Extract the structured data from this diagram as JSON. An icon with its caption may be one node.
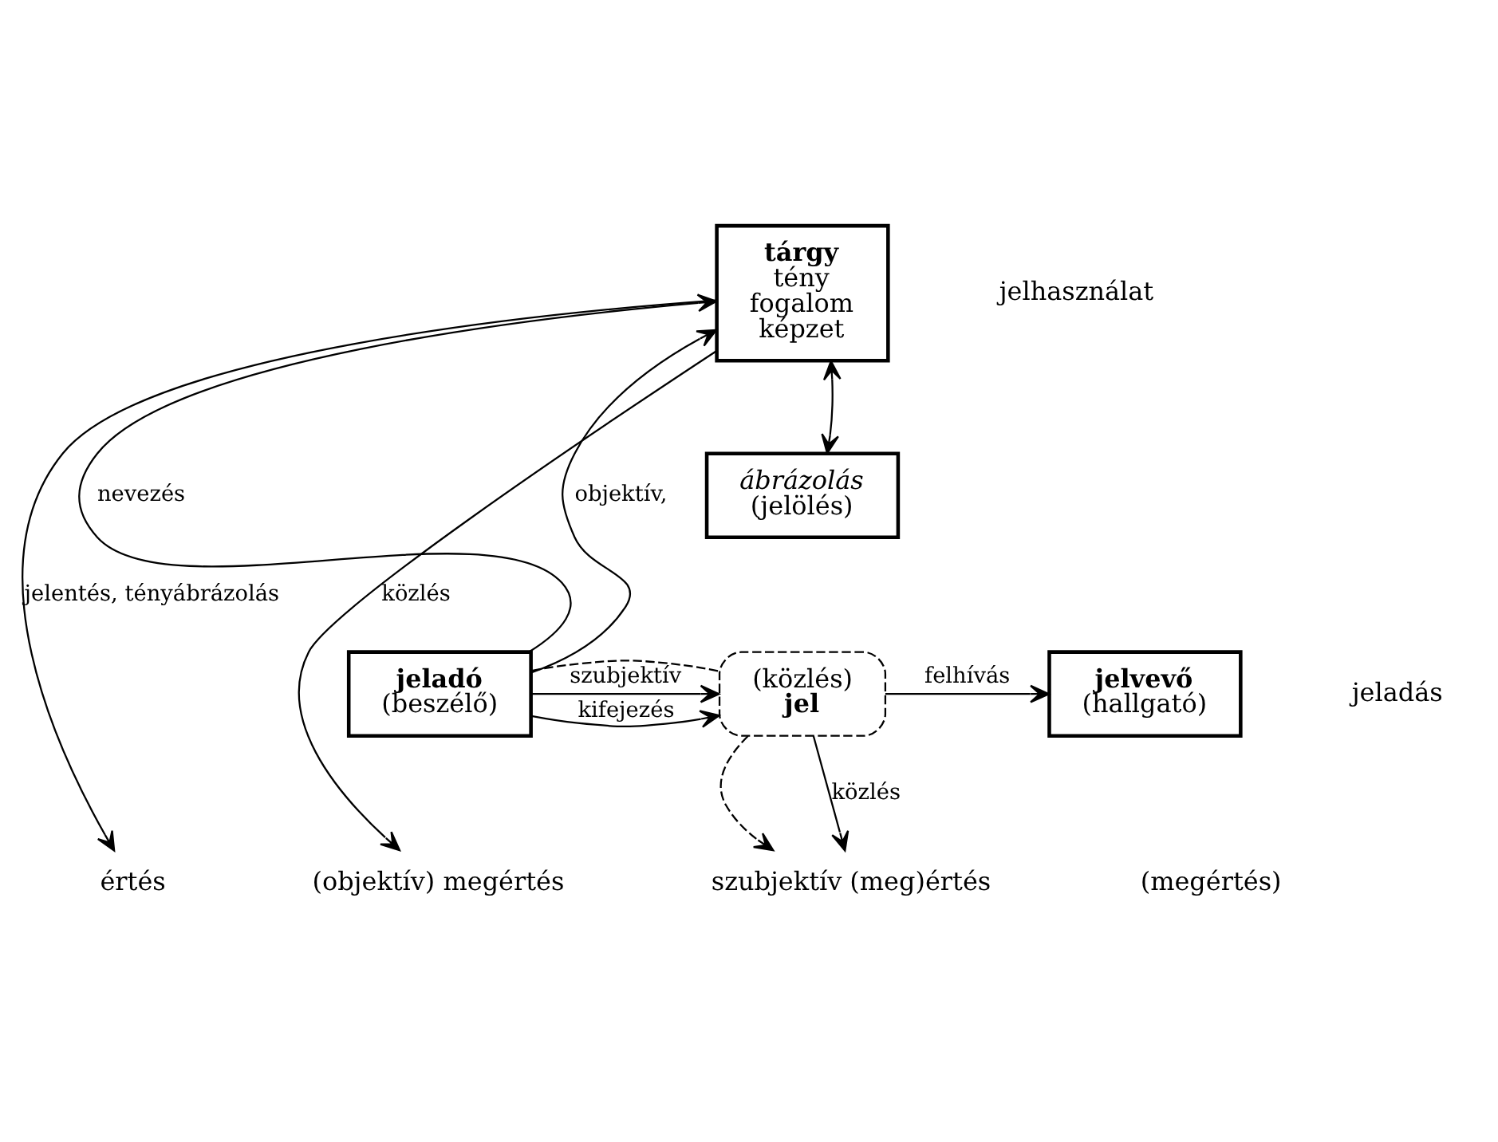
{
  "diagram": {
    "nodes": [
      {
        "text": [
          "tárgy",
          "tény",
          "fogalom",
          "képzet"
        ]
      },
      {
        "text": [
          "ábrázolás",
          "(jelölés)"
        ]
      },
      {
        "text": [
          "(közlés)",
          "jel"
        ]
      },
      {
        "text": [
          "jeladó",
          "(beszélő)"
        ]
      },
      {
        "text": [
          "jelvevő",
          "(hallgató)"
        ]
      },
      {
        "text": [
          "értés"
        ]
      },
      {
        "text": [
          "(objektív) megértés"
        ]
      },
      {
        "text": [
          "szubjektív (meg)értés"
        ]
      }
    ],
    "edges": [
      {
        "from": 3,
        "to": 0,
        "arrow": "to",
        "label": "nevezés"
      },
      {
        "from": 3,
        "to": 0,
        "arrow": "to",
        "label": "objektív,"
      },
      {
        "from": 0,
        "to": 6,
        "arrow": "to",
        "label": "közlés"
      },
      {
        "from": 0,
        "to": 5,
        "arrow": "to",
        "label": "jelentés, tényábrázolás"
      },
      {
        "from": 1,
        "to": 0,
        "arrow": "both"
      },
      {
        "from": 3,
        "to": 2,
        "arrow": "to",
        "label": "kifejezés"
      },
      {
        "from": 3,
        "to": 2,
        "arrow": "none",
        "style": "dashed"
      },
      {
        "from": 2,
        "to": 7,
        "arrow": "to",
        "style": "dashed"
      },
      {
        "from": 3,
        "to": 2,
        "arrow": "to",
        "label": "szubjektív"
      },
      {
        "from": 2,
        "to": 7,
        "arrow": "to",
        "label": "közlés"
      },
      {
        "from": 2,
        "to": 4,
        "arrow": "to",
        "label": "felhívás"
      }
    ],
    "labels": [
      "jelhasználat",
      "jeladás",
      "(megértés)"
    ]
  }
}
